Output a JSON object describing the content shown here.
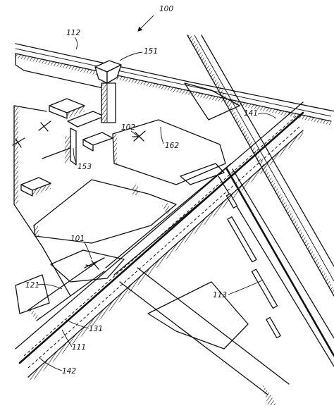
{
  "figure_label": "100",
  "reference_numerals": {
    "road_top": "112",
    "tower": "151",
    "crossing_road": "141",
    "aircraft_apron": "102",
    "apron_area": "162",
    "terminal": "153",
    "aircraft_runway": "101",
    "taxiway_left": "121",
    "runway_main": "111",
    "runway_center": "131",
    "runway_end": "142",
    "runway_cross": "113"
  },
  "icons": [
    "arrow-icon",
    "aircraft-icon"
  ]
}
